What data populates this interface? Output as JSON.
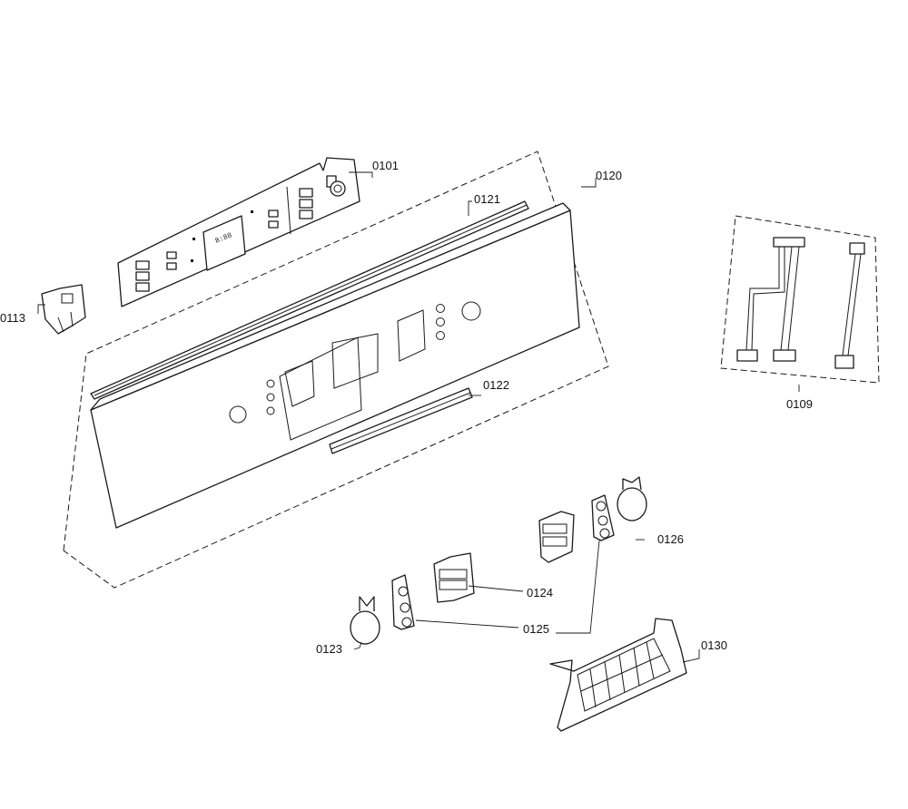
{
  "labels": {
    "p0101": "0101",
    "p0109": "0109",
    "p0113": "0113",
    "p0120": "0120",
    "p0121": "0121",
    "p0122": "0122",
    "p0123": "0123",
    "p0124": "0124",
    "p0125": "0125",
    "p0126": "0126",
    "p0130": "0130"
  },
  "display_text": "8:88",
  "colors": {
    "line": "#1a1a1a",
    "background": "#ffffff"
  }
}
